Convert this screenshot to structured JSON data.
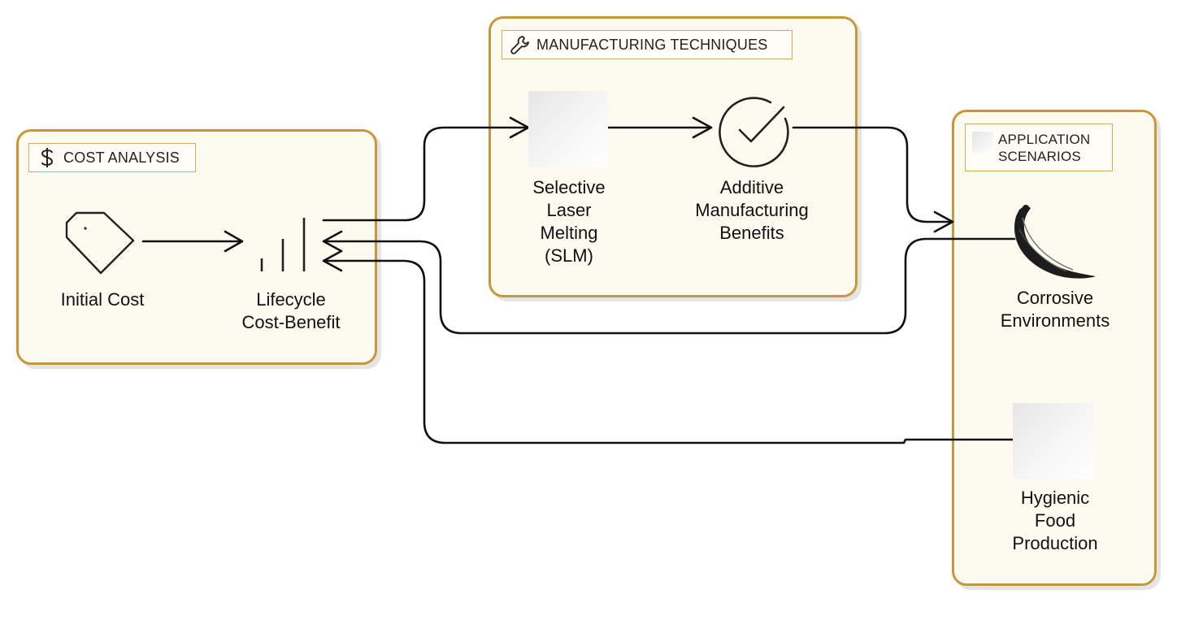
{
  "groups": {
    "cost": {
      "label": "COST ANALYSIS",
      "icon": "dollar-icon"
    },
    "manufacturing": {
      "label": "MANUFACTURING TECHNIQUES",
      "icon": "wrench-icon"
    },
    "application": {
      "label": "APPLICATION\nSCENARIOS",
      "icon": "image-placeholder-icon"
    }
  },
  "nodes": {
    "initial_cost": {
      "label": "Initial Cost",
      "icon": "price-tag-icon"
    },
    "lifecycle": {
      "label": "Lifecycle\nCost-Benefit",
      "icon": "bar-chart-icon"
    },
    "slm": {
      "label": "Selective\nLaser\nMelting\n(SLM)",
      "icon": "image-placeholder-icon"
    },
    "additive": {
      "label": "Additive\nManufacturing\nBenefits",
      "icon": "check-circle-icon"
    },
    "corrosive": {
      "label": "Corrosive\nEnvironments",
      "icon": "horn-icon"
    },
    "hygienic": {
      "label": "Hygienic\nFood\nProduction",
      "icon": "image-placeholder-icon"
    }
  },
  "edges": [
    {
      "from": "initial_cost",
      "to": "lifecycle"
    },
    {
      "from": "lifecycle",
      "to": "slm"
    },
    {
      "from": "slm",
      "to": "additive"
    },
    {
      "from": "additive",
      "to": "corrosive"
    },
    {
      "from": "corrosive",
      "to": "lifecycle"
    },
    {
      "from": "hygienic",
      "to": "lifecycle"
    }
  ],
  "colors": {
    "group_border": "#c9973a",
    "group_fill": "#fdfbf0",
    "edge": "#111111"
  }
}
